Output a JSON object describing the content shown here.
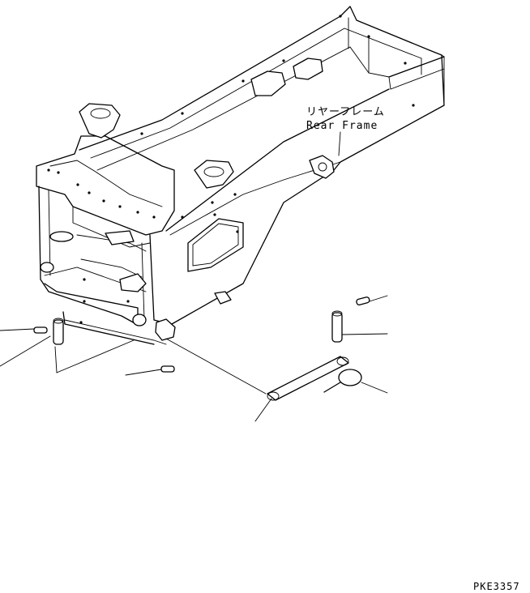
{
  "diagram": {
    "part_label_jp": "リヤーフレーム",
    "part_label_en": "Rear Frame",
    "drawing_code": "PKE3357"
  }
}
